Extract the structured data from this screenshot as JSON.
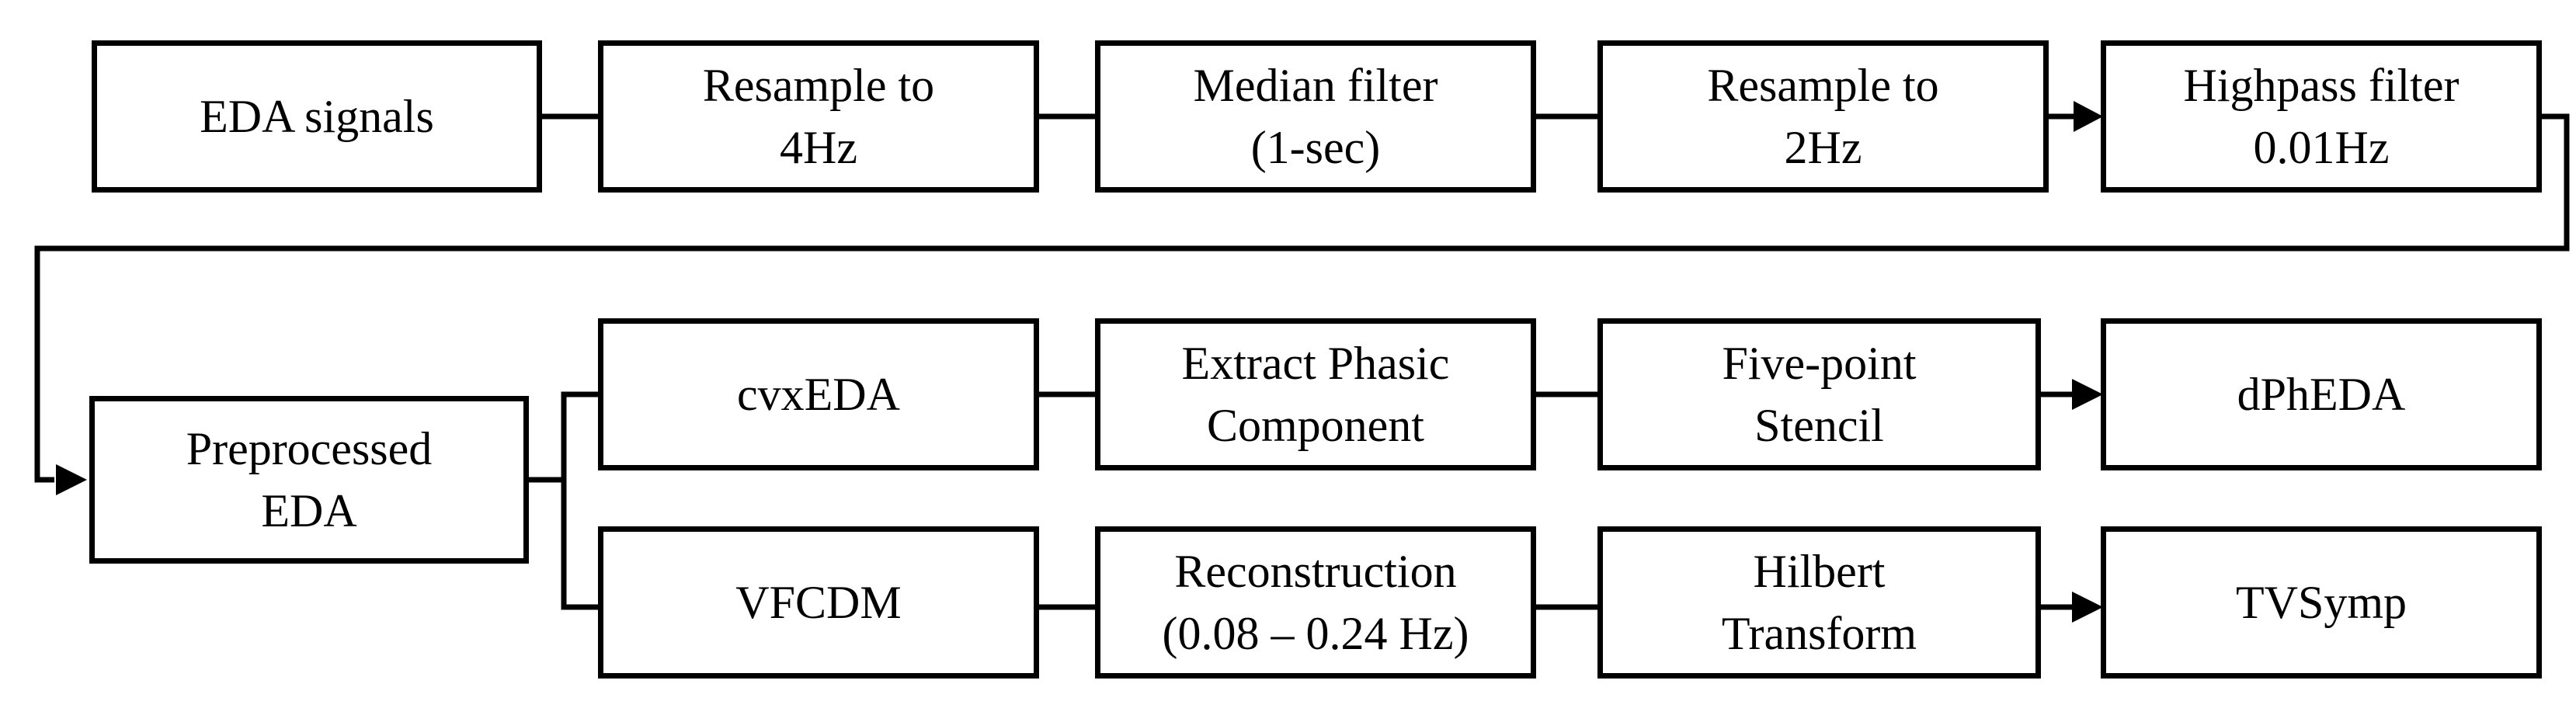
{
  "boxes": {
    "eda_signals": "EDA signals",
    "resample_4hz": "Resample to\n4Hz",
    "median_filter": "Median filter\n(1-sec)",
    "resample_2hz": "Resample to\n2Hz",
    "highpass_filter": "Highpass filter\n0.01Hz",
    "preprocessed_eda": "Preprocessed\nEDA",
    "cvxeda": "cvxEDA",
    "extract_phasic": "Extract Phasic\nComponent",
    "five_point_stencil": "Five-point\nStencil",
    "dphEDA": "dPhEDA",
    "vfcdm": "VFCDM",
    "reconstruction": "Reconstruction\n(0.08 – 0.24 Hz)",
    "hilbert_transform": "Hilbert\nTransform",
    "tvsymp": "TVSymp"
  }
}
